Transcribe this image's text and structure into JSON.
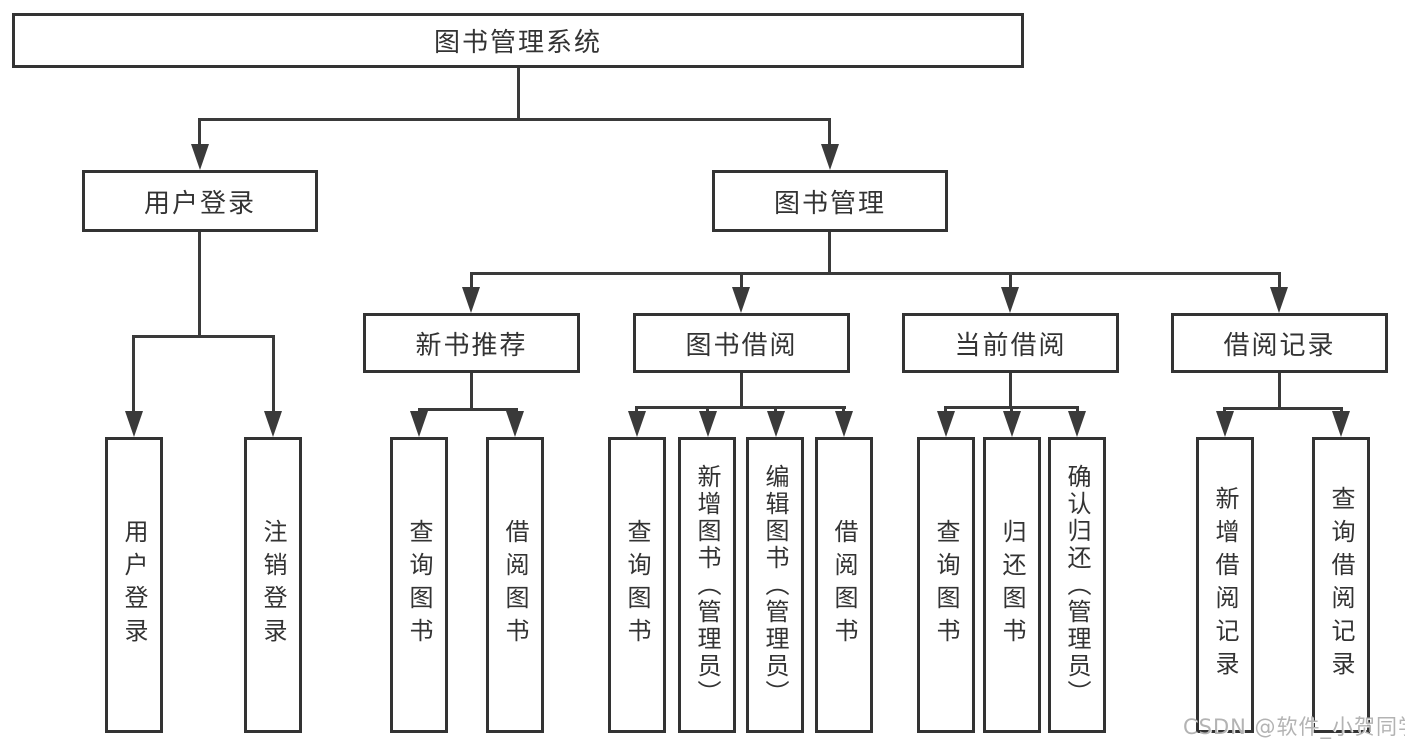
{
  "diagram": {
    "root": {
      "label": "图书管理系统"
    },
    "branches": [
      {
        "label": "用户登录",
        "children": [
          {
            "label": "用户登录"
          },
          {
            "label": "注销登录"
          }
        ]
      },
      {
        "label": "图书管理",
        "children": [
          {
            "label": "新书推荐",
            "children": [
              {
                "label": "查询图书"
              },
              {
                "label": "借阅图书"
              }
            ]
          },
          {
            "label": "图书借阅",
            "children": [
              {
                "label": "查询图书"
              },
              {
                "label": "新增图书（管理员）"
              },
              {
                "label": "编辑图书（管理员）"
              },
              {
                "label": "借阅图书"
              }
            ]
          },
          {
            "label": "当前借阅",
            "children": [
              {
                "label": "查询图书"
              },
              {
                "label": "归还图书"
              },
              {
                "label": "确认归还（管理员）"
              }
            ]
          },
          {
            "label": "借阅记录",
            "children": [
              {
                "label": "新增借阅记录"
              },
              {
                "label": "查询借阅记录"
              }
            ]
          }
        ]
      }
    ],
    "colors": {
      "line": "#3a3a3a",
      "box_border": "#333333",
      "text": "#333333",
      "background": "#ffffff"
    }
  },
  "watermark": {
    "text": "CSDN @软件_小贺同学",
    "color": "#b3b3b3"
  }
}
